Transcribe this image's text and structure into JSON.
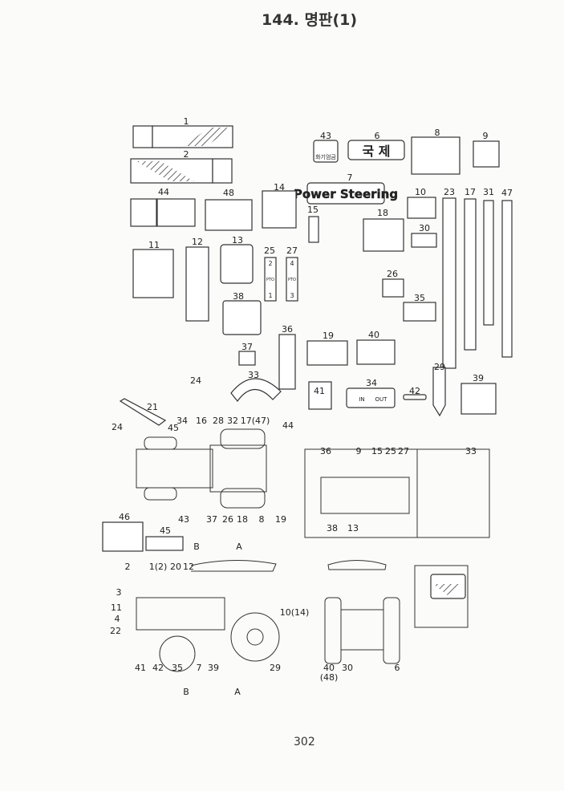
{
  "header": {
    "title": "144. 명판(1)"
  },
  "footer": {
    "page_number": "302"
  },
  "decals": {
    "korean_brand": "국 제",
    "power_steering": "Power Steering",
    "fire_warning": "화기엄금",
    "in_label": "IN",
    "out_label": "OUT",
    "pto": "PTO",
    "pto_1": "1",
    "pto_2": "2",
    "pto_3": "3",
    "pto_4": "4"
  },
  "section_marks": {
    "b_top": "B",
    "a_top": "A",
    "b_bottom": "B",
    "a_bottom": "A"
  },
  "callouts": [
    "1",
    "2",
    "43",
    "6",
    "8",
    "9",
    "7",
    "44",
    "48",
    "14",
    "15",
    "10",
    "23",
    "17",
    "31",
    "47",
    "18",
    "30",
    "11",
    "12",
    "13",
    "25",
    "27",
    "26",
    "35",
    "38",
    "36",
    "37",
    "19",
    "40",
    "29",
    "24",
    "33",
    "41",
    "34",
    "42",
    "39",
    "21",
    "24",
    "34",
    "45",
    "16",
    "28",
    "32",
    "17(47)",
    "44",
    "43",
    "37",
    "26",
    "18",
    "8",
    "19",
    "46",
    "45",
    "36",
    "9",
    "15",
    "25",
    "27",
    "38",
    "13",
    "33",
    "2",
    "1(2)",
    "20",
    "12",
    "3",
    "11",
    "4",
    "22",
    "10(14)",
    "41",
    "42",
    "35",
    "7",
    "39",
    "29",
    "40",
    "(48)",
    "30",
    "6"
  ]
}
